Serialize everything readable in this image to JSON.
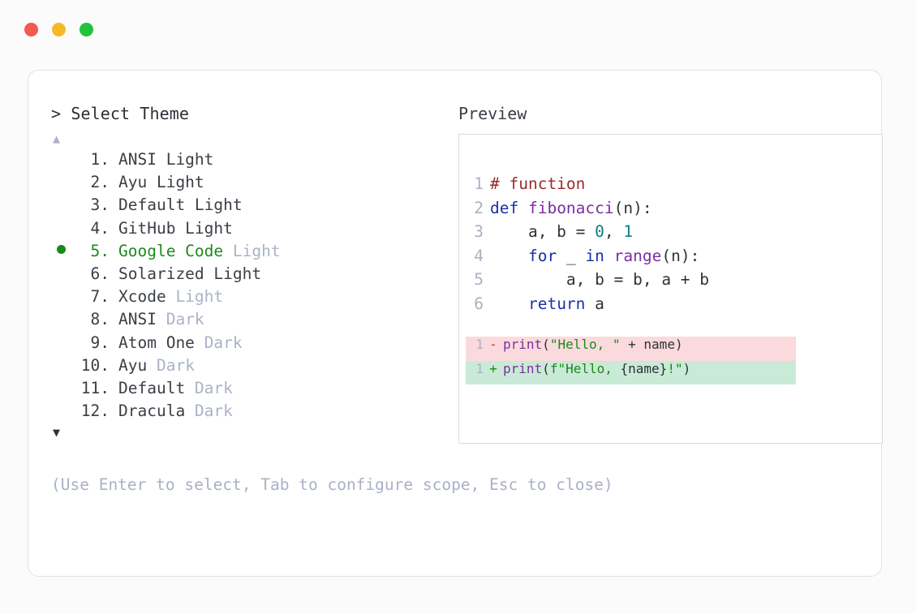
{
  "window": {
    "traffic_lights": [
      {
        "name": "close",
        "color": "#f25a52"
      },
      {
        "name": "minimize",
        "color": "#f5b928"
      },
      {
        "name": "maximize",
        "color": "#24c13c"
      }
    ]
  },
  "selector": {
    "prompt_caret": ">",
    "prompt_label": "Select Theme",
    "scroll_up_glyph": "▲",
    "scroll_down_glyph": "▼",
    "selected_index": 5,
    "selection_bullet_color": "#168a16",
    "items": [
      {
        "index": "1.",
        "name": "ANSI Light",
        "variant": "",
        "selected": false
      },
      {
        "index": "2.",
        "name": "Ayu Light",
        "variant": "",
        "selected": false
      },
      {
        "index": "3.",
        "name": "Default Light",
        "variant": "",
        "selected": false
      },
      {
        "index": "4.",
        "name": "GitHub Light",
        "variant": "",
        "selected": false
      },
      {
        "index": "5.",
        "name": "Google Code",
        "variant": "Light",
        "selected": true
      },
      {
        "index": "6.",
        "name": "Solarized Light",
        "variant": "",
        "selected": false
      },
      {
        "index": "7.",
        "name": "Xcode",
        "variant": "Light",
        "selected": false
      },
      {
        "index": "8.",
        "name": "ANSI",
        "variant": "Dark",
        "selected": false
      },
      {
        "index": "9.",
        "name": "Atom One",
        "variant": "Dark",
        "selected": false
      },
      {
        "index": "10.",
        "name": "Ayu",
        "variant": "Dark",
        "selected": false
      },
      {
        "index": "11.",
        "name": "Default",
        "variant": "Dark",
        "selected": false
      },
      {
        "index": "12.",
        "name": "Dracula",
        "variant": "Dark",
        "selected": false
      }
    ],
    "hint": "(Use Enter to select, Tab to configure scope, Esc to close)"
  },
  "preview": {
    "label": "Preview",
    "code_lines": [
      {
        "number": "1",
        "tokens": [
          {
            "text": "# function",
            "type": "comment"
          }
        ]
      },
      {
        "number": "2",
        "tokens": [
          {
            "text": "def ",
            "type": "keyword"
          },
          {
            "text": "fibonacci",
            "type": "func"
          },
          {
            "text": "(n):",
            "type": "plain"
          }
        ]
      },
      {
        "number": "3",
        "tokens": [
          {
            "text": "    a, b = ",
            "type": "plain"
          },
          {
            "text": "0",
            "type": "number"
          },
          {
            "text": ", ",
            "type": "plain"
          },
          {
            "text": "1",
            "type": "number"
          }
        ]
      },
      {
        "number": "4",
        "tokens": [
          {
            "text": "    ",
            "type": "plain"
          },
          {
            "text": "for",
            "type": "keyword"
          },
          {
            "text": " _ ",
            "type": "plain"
          },
          {
            "text": "in",
            "type": "keyword"
          },
          {
            "text": " ",
            "type": "plain"
          },
          {
            "text": "range",
            "type": "func"
          },
          {
            "text": "(n):",
            "type": "plain"
          }
        ]
      },
      {
        "number": "5",
        "tokens": [
          {
            "text": "        a, b = b, a + b",
            "type": "plain"
          }
        ]
      },
      {
        "number": "6",
        "tokens": [
          {
            "text": "    ",
            "type": "plain"
          },
          {
            "text": "return",
            "type": "keyword"
          },
          {
            "text": " a",
            "type": "plain"
          }
        ]
      }
    ],
    "diff_lines": [
      {
        "number": "1",
        "sign": "-",
        "kind": "del",
        "bg": "#fadadd",
        "tokens": [
          {
            "text": "print",
            "type": "func"
          },
          {
            "text": "(",
            "type": "plain"
          },
          {
            "text": "\"Hello, \"",
            "type": "string"
          },
          {
            "text": " + name)",
            "type": "plain"
          }
        ]
      },
      {
        "number": "1",
        "sign": "+",
        "kind": "add",
        "bg": "#c9ead6",
        "tokens": [
          {
            "text": "print",
            "type": "func"
          },
          {
            "text": "(",
            "type": "plain"
          },
          {
            "text": "f\"Hello, ",
            "type": "string"
          },
          {
            "text": "{name}",
            "type": "plain"
          },
          {
            "text": "!\"",
            "type": "string"
          },
          {
            "text": ")",
            "type": "plain"
          }
        ]
      }
    ]
  }
}
